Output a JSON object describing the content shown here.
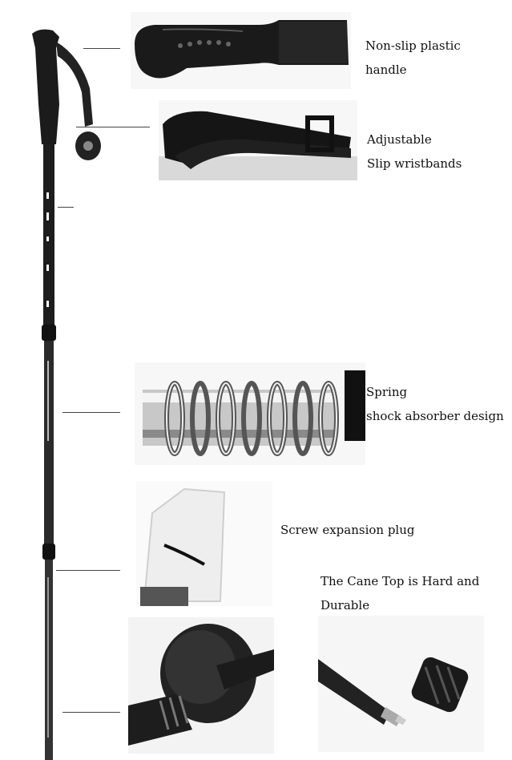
{
  "features": {
    "handle": {
      "line1": "Non-slip plastic",
      "line2": "handle"
    },
    "wristband": {
      "line1": "Adjustable",
      "line2": "Slip wristbands"
    },
    "spring": {
      "line1": "Spring",
      "line2": "shock absorber design"
    },
    "plug": {
      "line1": "Screw expansion plug"
    },
    "cane_top": {
      "line1": "The Cane Top is Hard and",
      "line2": "Durable"
    }
  },
  "colors": {
    "pole": "#1a1a1a",
    "accent": "#ffffff",
    "leader": "#444444"
  }
}
